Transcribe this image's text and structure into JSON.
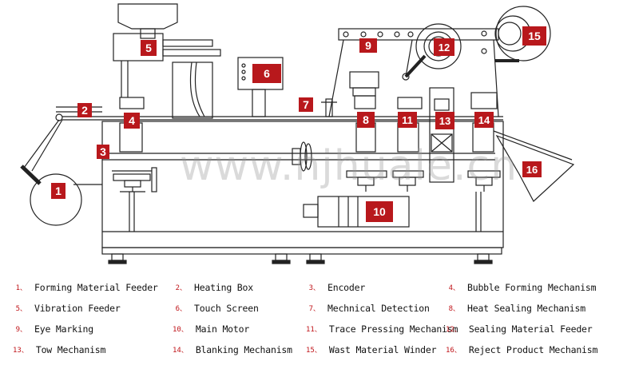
{
  "watermark": "www.njhuale.cn",
  "colors": {
    "label_red": "#b8181c",
    "line": "#222222",
    "legend_number": "#c0161b"
  },
  "callouts": [
    "1",
    "2",
    "3",
    "4",
    "5",
    "6",
    "7",
    "8",
    "9",
    "10",
    "11",
    "12",
    "13",
    "14",
    "15",
    "16"
  ],
  "legend": [
    {
      "num": "1",
      "text": "Forming Material Feeder"
    },
    {
      "num": "2",
      "text": "Heating Box"
    },
    {
      "num": "3",
      "text": "Encoder"
    },
    {
      "num": "4",
      "text": "Bubble Forming Mechanism"
    },
    {
      "num": "5",
      "text": "Vibration Feeder"
    },
    {
      "num": "6",
      "text": "Touch Screen"
    },
    {
      "num": "7",
      "text": "Mechnical Detection"
    },
    {
      "num": "8",
      "text": "Heat Sealing Mechanism"
    },
    {
      "num": "9",
      "text": "Eye Marking"
    },
    {
      "num": "10",
      "text": "Main Motor"
    },
    {
      "num": "11",
      "text": "Trace Pressing Mechanism"
    },
    {
      "num": "12",
      "text": "Sealing Material Feeder"
    },
    {
      "num": "13",
      "text": "Tow Mechanism"
    },
    {
      "num": "14",
      "text": "Blanking Mechanism"
    },
    {
      "num": "15",
      "text": "Wast Material Winder"
    },
    {
      "num": "16",
      "text": "Reject Product Mechanism"
    }
  ]
}
